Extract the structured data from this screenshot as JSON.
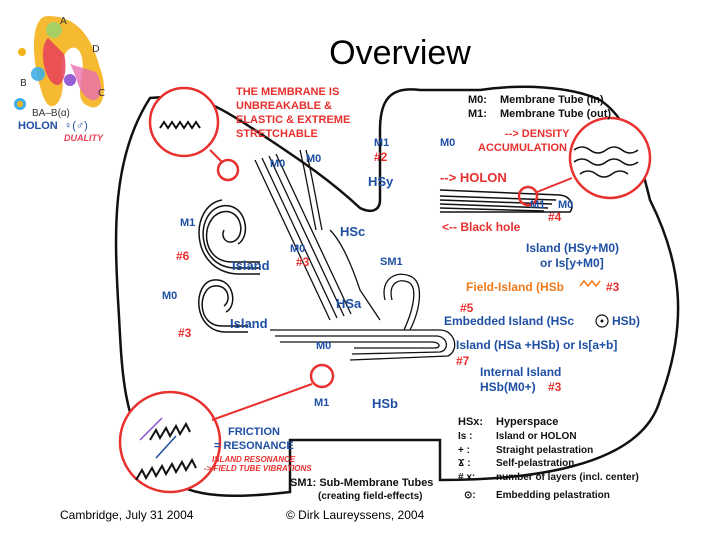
{
  "title": "Overview",
  "footer": {
    "left": "Cambridge, July 31 2004",
    "center": "© Dirk Laureyssens, 2004"
  },
  "logo": {
    "letters": [
      "A",
      "D",
      "B",
      "C"
    ],
    "formula": "BA–B(ɑ)",
    "holon": "HOLON",
    "sym": "♀(♂)",
    "duality": "DUALITY"
  },
  "diagram": {
    "membrane_note": [
      "THE MEMBRANE IS",
      "UNBREAKABLE &",
      "ELASTIC & EXTREME",
      "STRETCHABLE"
    ],
    "legend_top": {
      "m0_key": "M0:",
      "m0_val": "Membrane Tube (in)",
      "m1_key": "M1:",
      "m1_val": "Membrane Tube (out)"
    },
    "density": [
      "--> DENSITY",
      "ACCUMULATION"
    ],
    "labels": {
      "m0_a": "M0",
      "m0_b": "M0",
      "m1_top": "M1",
      "n2": "#2",
      "m0_top": "M0",
      "hsy": "HSy",
      "holon": "--> HOLON",
      "m1m0": "M1",
      "m1m0_b": "M0",
      "n4": "#4",
      "black_hole": "<-- Black hole",
      "m1_left": "M1",
      "n6": "#6",
      "island_1": "Island",
      "hsc": "HSc",
      "m0_mid": "M0",
      "n3_a": "#3",
      "sm1": "SM1",
      "island_hsy": "Island (HSy+M0)",
      "or_is": "or Is[y+M0]",
      "field_island": "Field-Island (HSb",
      "n3_b": "#3",
      "m0_left": "M0",
      "n3_c": "#3",
      "island_2": "Island",
      "hsa": "HSa",
      "n5": "#5",
      "embedded": "Embedded Island (HSc",
      "hsb_close": "HSb)",
      "m0_low": "M0",
      "island_hsa": "Island (HSa +HSb) or Is[a+b]",
      "n7": "#7",
      "internal": "Internal Island",
      "hsb_m0": "HSb(M0+)",
      "n3_d": "#3",
      "m1_low": "M1",
      "hsb": "HSb"
    },
    "friction": [
      "FRICTION",
      "= RESONANCE"
    ],
    "island_resonance": [
      "ISLAND RESONANCE",
      "-> FIELD TUBE VIBRATIONS"
    ],
    "legend_bottom": [
      {
        "key": "HSx:",
        "val": "Hyperspace"
      },
      {
        "key": "Is :",
        "val": "Island or HOLON"
      },
      {
        "key": "+ :",
        "val": "Straight pelastration"
      },
      {
        "key": "Ϫ :",
        "val": "Self-pelastration"
      },
      {
        "key": "# x:",
        "val": "number of layers (incl. center)"
      },
      {
        "key": "⊙:",
        "val": "Embedding pelastration"
      }
    ],
    "sm1_note": [
      "SM1: Sub-Membrane Tubes",
      "(creating field-effects)"
    ]
  },
  "colors": {
    "red": "#e8302f",
    "blue": "#1e4fa3",
    "orange": "#f07a1a"
  }
}
